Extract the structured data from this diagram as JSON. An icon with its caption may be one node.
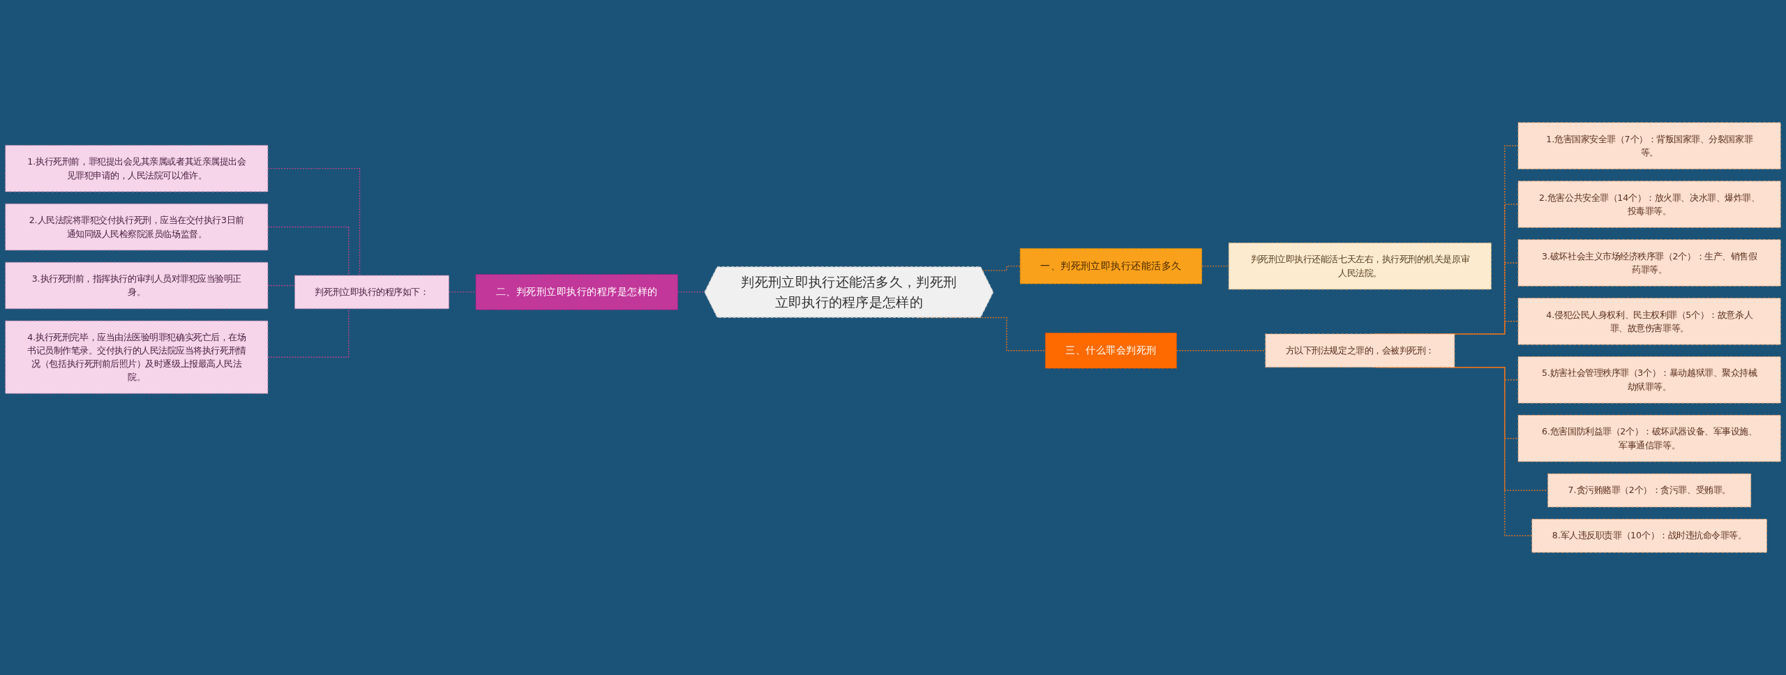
{
  "diagram": {
    "nodes": [
      {
        "text": [
          "判死刑立即执行还能活多久，判死刑立即执行的程序是怎样的"
        ]
      },
      {
        "text": [
          "一、判死刑立即执行还能活多久"
        ]
      },
      {
        "text": [
          "判死刑立即执行还能活七天左右，执行死刑的机关是原审人民法院。"
        ]
      },
      {
        "text": [
          "二、判死刑立即执行的程序是怎样的"
        ]
      },
      {
        "text": [
          "判死刑立即执行的程序如下："
        ]
      },
      {
        "text": [
          "1.执行死刑前，罪犯提出会见其亲属或者其近亲属提出会见罪犯申请的，人民法院可以准许。"
        ]
      },
      {
        "text": [
          "2.人民法院将罪犯交付执行死刑，应当在交付执行3日前通知同级人民检察院派员临场监督。"
        ]
      },
      {
        "text": [
          "3.执行死刑前，指挥执行的审判人员对罪犯应当验明正身。"
        ]
      },
      {
        "text": [
          "4.执行死刑完毕，应当由法医验明罪犯确实死亡后，在场书记员制作笔录。交付执行的人民法院应当将执行死刑情况（包括执行死刑前后照片）及时逐级上报最高人民法院。"
        ]
      },
      {
        "text": [
          "三、什么罪会判死刑"
        ]
      },
      {
        "text": [
          "方以下刑法规定之罪的，会被判死刑："
        ]
      },
      {
        "text": [
          "1.危害国家安全罪（7个）：背叛国家罪、分裂国家罪等。"
        ]
      },
      {
        "text": [
          "2.危害公共安全罪（14个）：放火罪、决水罪、爆炸罪、投毒罪等。"
        ]
      },
      {
        "text": [
          "3.破坏社会主义市场经济秩序罪（2个）：生产、销售假药罪等。"
        ]
      },
      {
        "text": [
          "4.侵犯公民人身权利、民主权利罪（5个）：故意杀人罪、故意伤害罪等。"
        ]
      },
      {
        "text": [
          "5.妨害社会管理秩序罪（3个）：暴动越狱罪、聚众持械劫狱罪等。"
        ]
      },
      {
        "text": [
          "6.危害国防利益罪（2个）：破坏武器设备、军事设施、军事通信罪等。"
        ]
      },
      {
        "text": [
          "7.贪污贿赂罪（2个）：贪污罪、受贿罪。"
        ]
      },
      {
        "text": [
          "8.军人违反职责罪（10个）：战时违抗命令罪等。"
        ]
      }
    ],
    "edges": [
      {
        "from": 0,
        "to": 1,
        "arrow": "none",
        "style": "dashed"
      },
      {
        "from": 1,
        "to": 2,
        "arrow": "none",
        "style": "dashed"
      },
      {
        "from": 3,
        "to": 0,
        "arrow": "none",
        "style": "dashed",
        "color": "#c2418e"
      },
      {
        "from": 4,
        "to": 3,
        "arrow": "none",
        "style": "dashed",
        "color": "#c2418e"
      },
      {
        "from": 5,
        "to": 4,
        "arrow": "none",
        "style": "dashed",
        "color": "#c2418e"
      },
      {
        "from": 6,
        "to": 4,
        "arrow": "none",
        "style": "dashed",
        "color": "#c2418e"
      },
      {
        "from": 7,
        "to": 4,
        "arrow": "none",
        "style": "dashed",
        "color": "#c2418e"
      },
      {
        "from": 8,
        "to": 4,
        "arrow": "none",
        "style": "dashed",
        "color": "#c2418e"
      },
      {
        "from": 0,
        "to": 9,
        "arrow": "none",
        "style": "dashed"
      },
      {
        "from": 9,
        "to": 10,
        "arrow": "none",
        "style": "dashed"
      },
      {
        "from": 10,
        "to": 11,
        "arrow": "none",
        "style": "dashed"
      },
      {
        "from": 10,
        "to": 12,
        "arrow": "none",
        "style": "dashed"
      },
      {
        "from": 10,
        "to": 13,
        "arrow": "none",
        "style": "dashed"
      },
      {
        "from": 10,
        "to": 14,
        "arrow": "none",
        "style": "dashed"
      },
      {
        "from": 10,
        "to": 15,
        "arrow": "none",
        "style": "dashed"
      },
      {
        "from": 10,
        "to": 16,
        "arrow": "none",
        "style": "dashed"
      },
      {
        "from": 10,
        "to": 17,
        "arrow": "none",
        "style": "dashed"
      },
      {
        "from": 10,
        "to": 18,
        "arrow": "none",
        "style": "dashed"
      }
    ]
  }
}
